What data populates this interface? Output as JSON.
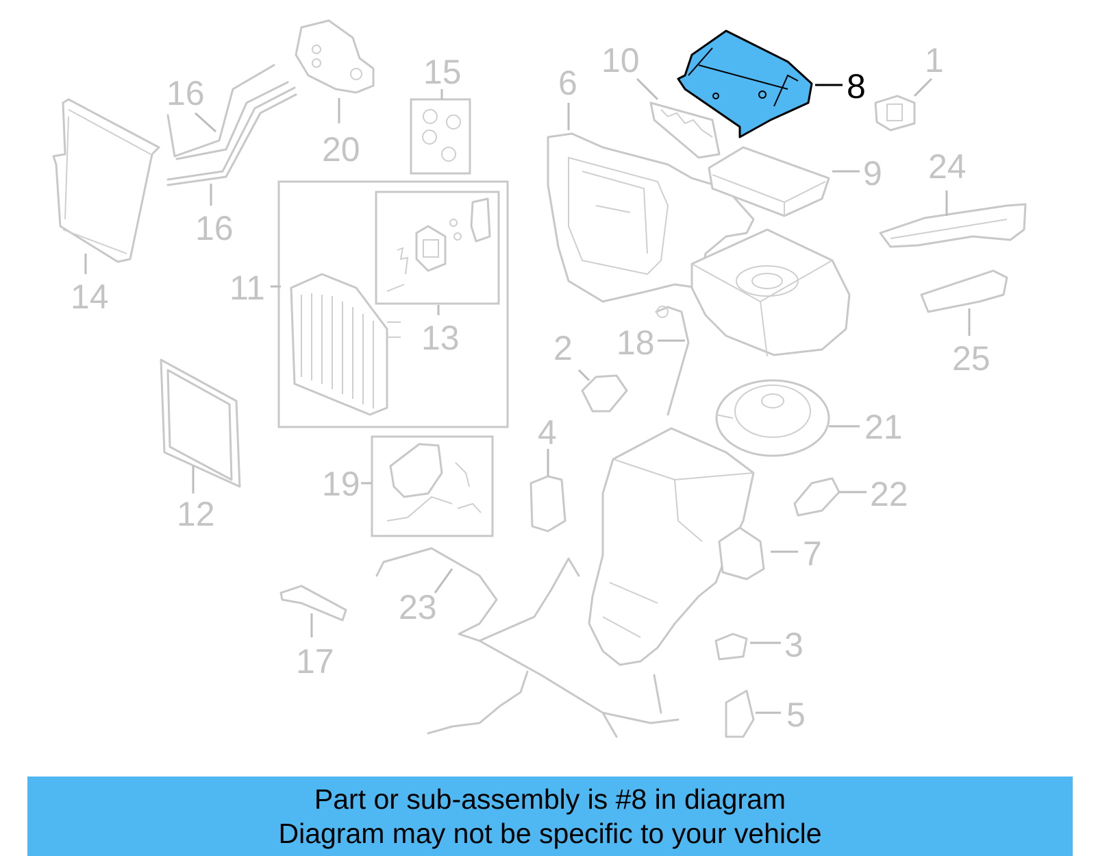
{
  "colors": {
    "highlight_fill": "#4fb8f2",
    "banner_background": "#4fb8f2",
    "part_outline": "#c8c8c8",
    "highlight_outline": "#000000"
  },
  "diagram": {
    "highlighted_part": "8",
    "callouts": [
      "1",
      "2",
      "3",
      "4",
      "5",
      "6",
      "7",
      "8",
      "9",
      "10",
      "11",
      "12",
      "13",
      "14",
      "15",
      "16",
      "16",
      "17",
      "18",
      "19",
      "20",
      "21",
      "22",
      "23",
      "24",
      "25"
    ]
  },
  "banner": {
    "line1": "Part or sub-assembly is #8 in diagram",
    "line2": "Diagram may not be specific to your vehicle"
  }
}
